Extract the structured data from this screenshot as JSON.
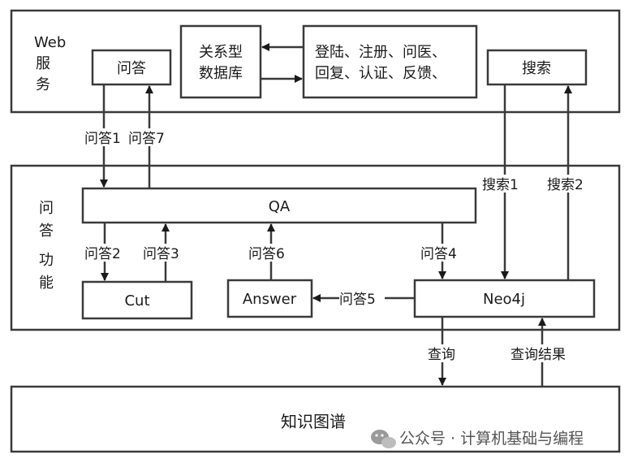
{
  "web_service": {
    "title_line1": "Web",
    "title_line2": "服务",
    "title_line3": "务",
    "wenda": "问答",
    "db_line1": "关系型",
    "db_line2": "数据库",
    "ops_line1": "登陆、注册、问医、",
    "ops_line2": "回复、认证、反馈、",
    "search": "搜索"
  },
  "qa_function": {
    "title_chars": [
      "问",
      "答",
      "功",
      "能"
    ],
    "qa": "QA",
    "cut": "Cut",
    "answer": "Answer",
    "neo4j": "Neo4j"
  },
  "knowledge_graph": "知识图谱",
  "edges": {
    "q1": "问答1",
    "q7": "问答7",
    "q2": "问答2",
    "q3": "问答3",
    "q6": "问答6",
    "q4": "问答4",
    "q5": "问答5",
    "s1": "搜索1",
    "s2": "搜索2",
    "query": "查询",
    "query_result": "查询结果"
  },
  "watermark": "公众号 · 计算机基础与编程"
}
